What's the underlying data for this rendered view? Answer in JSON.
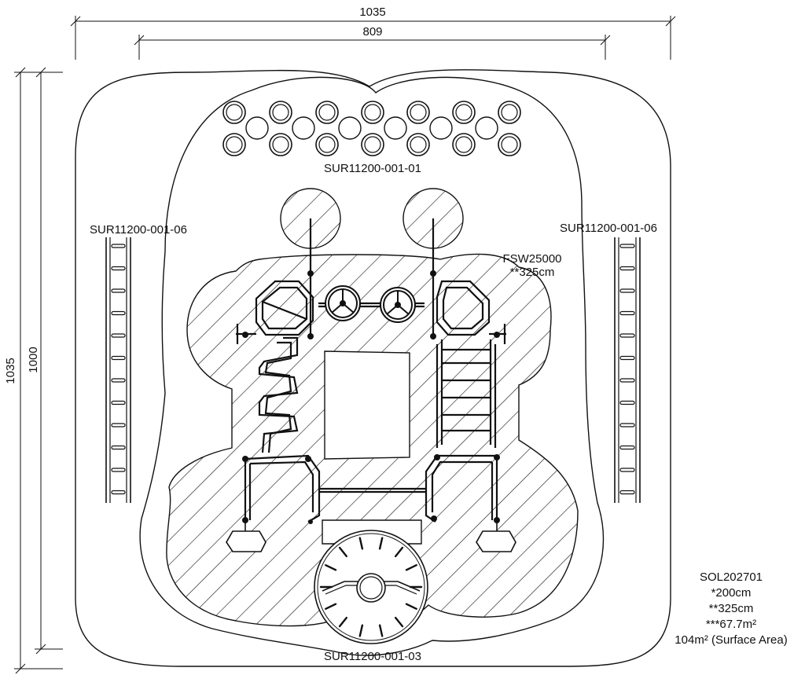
{
  "dimensions": {
    "outer_width": "1035",
    "inner_width": "809",
    "outer_height": "1035",
    "inner_height": "1000"
  },
  "labels": {
    "top_circles": "SUR11200-001-01",
    "left_ladder": "SUR11200-001-06",
    "right_ladder": "SUR11200-001-06",
    "bottom_wheel": "SUR11200-001-03",
    "frame_code": "FSW25000",
    "frame_height": "**325cm"
  },
  "info_block": {
    "code": "SOL202701",
    "line1": "*200cm",
    "line2": "**325cm",
    "line3": "***67.7m²",
    "line4": "104m² (Surface Area)"
  },
  "colors": {
    "line": "#111111",
    "background": "#ffffff"
  }
}
